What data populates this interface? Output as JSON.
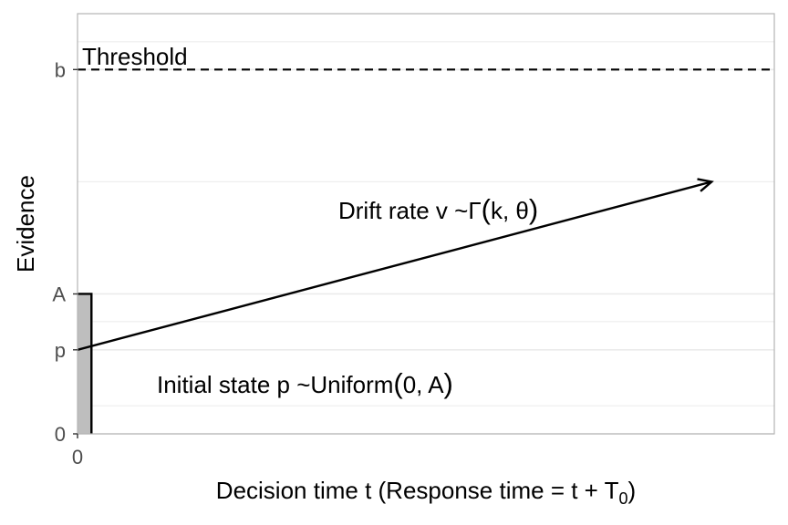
{
  "chart_data": {
    "type": "line",
    "xlabel": "Decision time t (Response time = t + T",
    "xlabel_sub": "0",
    "xlabel_tail": ")",
    "ylabel": "Evidence",
    "xlim": [
      0,
      1
    ],
    "ylim": [
      0,
      1
    ],
    "x_ticks": [
      {
        "value": 0,
        "label": "0"
      }
    ],
    "y_ticks": [
      {
        "value": 0,
        "label": "0"
      },
      {
        "value": 0.2,
        "label": "p"
      },
      {
        "value": 0.333,
        "label": "A"
      },
      {
        "value": 0.867,
        "label": "b"
      }
    ],
    "minor_gridlines_y": [
      0.067,
      0.267,
      0.6,
      0.933
    ],
    "grid": true,
    "threshold": {
      "y": 0.867,
      "label": "Threshold",
      "style": "dashed"
    },
    "start_point_bar": {
      "x_start": 0,
      "x_end": 0.02,
      "y_min": 0,
      "y_max": 0.333,
      "color": "#bebebe"
    },
    "drift_arrow": {
      "x": [
        0,
        0.91
      ],
      "y": [
        0.2,
        0.6
      ]
    },
    "annotations": {
      "drift": {
        "prefix": "Drift rate v ~Γ",
        "open": "(",
        "args": "k, θ",
        "close": ")"
      },
      "initial": {
        "prefix": "Initial state p ~Uniform",
        "open": "(",
        "args": "0, A",
        "close": ")"
      }
    },
    "colors": {
      "panel_border": "#b3b3b3",
      "grid": "#ebebeb",
      "tick_text": "#4d4d4d",
      "line": "#000000"
    }
  }
}
